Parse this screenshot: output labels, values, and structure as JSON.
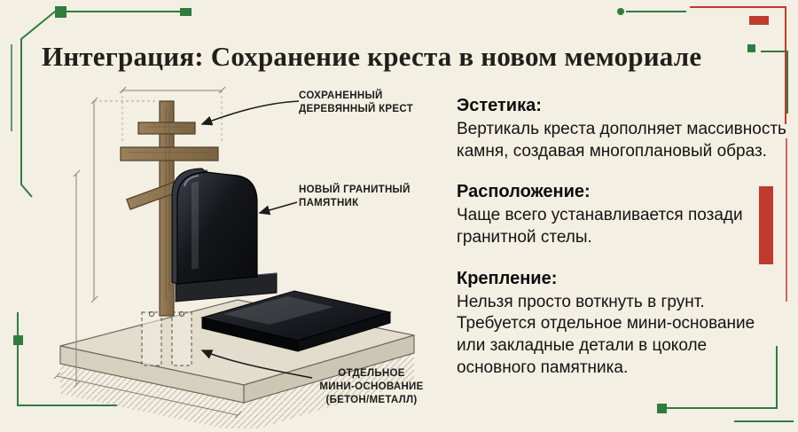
{
  "page": {
    "title": "Интеграция: Сохранение креста в новом мемориале"
  },
  "diagram": {
    "label_cross": "СОХРАНЕННЫЙ\nДЕРЕВЯННЫЙ КРЕСТ",
    "label_monument": "НОВЫЙ ГРАНИТНЫЙ\nПАМЯТНИК",
    "label_base": "ОТДЕЛЬНОЕ\nМИНИ-ОСНОВАНИЕ\n(БЕТОН/МЕТАЛЛ)"
  },
  "sections": [
    {
      "heading": "Эстетика:",
      "body": "Вертикаль креста дополняет массивность камня, создавая многоплановый образ."
    },
    {
      "heading": "Расположение:",
      "body": "Чаще всего устанавливается позади гранитной стелы."
    },
    {
      "heading": "Крепление:",
      "body": "Нельзя просто воткнуть в грунт. Требуется отдельное мини-основание или закладные детали в цоколе основного памятника."
    }
  ],
  "colors": {
    "background": "#f3efe3",
    "accent_green": "#2e7d3e",
    "accent_red": "#c03a2d",
    "granite": "#121216",
    "wood": "#8f7452",
    "concrete": "#e2ddcc"
  }
}
